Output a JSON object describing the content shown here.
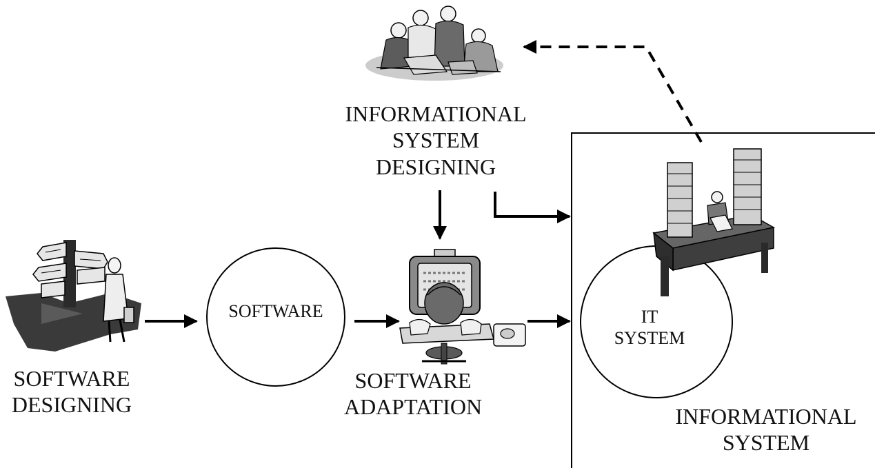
{
  "diagram": {
    "labels": {
      "software_designing": [
        "SOFTWARE",
        "DESIGNING"
      ],
      "software": "SOFTWARE",
      "software_adaptation": [
        "SOFTWARE",
        "ADAPTATION"
      ],
      "informational_system_designing": [
        "INFORMATIONAL",
        "SYSTEM",
        "DESIGNING"
      ],
      "it_system": [
        "IT",
        "SYSTEM"
      ],
      "informational_system": [
        "INFORMATIONAL",
        "SYSTEM"
      ]
    },
    "icons": {
      "software_designing": "signpost-person-icon",
      "software_adaptation": "computer-user-icon",
      "informational_system_designing": "team-meeting-icon",
      "informational_system": "office-desk-paperwork-icon"
    },
    "colors": {
      "stroke": "#000000",
      "clipart_dark": "#3a3a3a",
      "clipart_mid": "#8a8a8a",
      "clipart_light": "#d6d6d6"
    }
  }
}
